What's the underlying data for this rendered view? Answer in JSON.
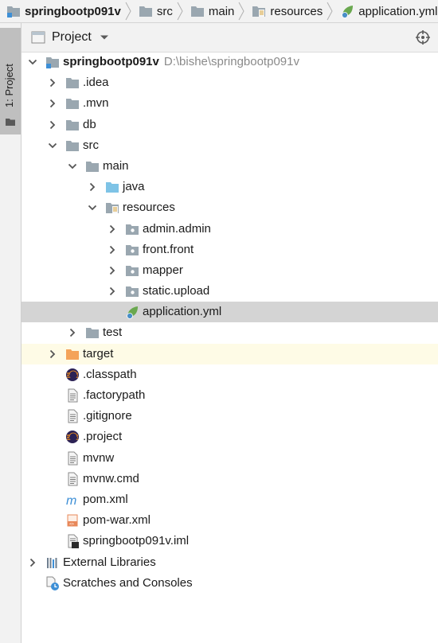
{
  "breadcrumb": [
    {
      "label": "springbootp091v",
      "icon": "module-folder-icon",
      "bold": true
    },
    {
      "label": "src",
      "icon": "folder-icon"
    },
    {
      "label": "main",
      "icon": "folder-icon"
    },
    {
      "label": "resources",
      "icon": "resources-folder-icon"
    },
    {
      "label": "application.yml",
      "icon": "spring-leaf-icon"
    }
  ],
  "toolstrip": {
    "tab_label": "1: Project"
  },
  "panel": {
    "title": "Project",
    "locate_icon": "crosshair-icon"
  },
  "tree": [
    {
      "label": "springbootp091v",
      "path": "D:\\bishe\\springbootp091v",
      "depth": 0,
      "arrow": "down",
      "icon": "module",
      "bold": true
    },
    {
      "label": ".idea",
      "depth": 1,
      "arrow": "right",
      "icon": "folder"
    },
    {
      "label": ".mvn",
      "depth": 1,
      "arrow": "right",
      "icon": "folder"
    },
    {
      "label": "db",
      "depth": 1,
      "arrow": "right",
      "icon": "folder"
    },
    {
      "label": "src",
      "depth": 1,
      "arrow": "down",
      "icon": "folder"
    },
    {
      "label": "main",
      "depth": 2,
      "arrow": "down",
      "icon": "folder"
    },
    {
      "label": "java",
      "depth": 3,
      "arrow": "right",
      "icon": "source"
    },
    {
      "label": "resources",
      "depth": 3,
      "arrow": "down",
      "icon": "resources"
    },
    {
      "label": "admin.admin",
      "depth": 4,
      "arrow": "right",
      "icon": "package"
    },
    {
      "label": "front.front",
      "depth": 4,
      "arrow": "right",
      "icon": "package"
    },
    {
      "label": "mapper",
      "depth": 4,
      "arrow": "right",
      "icon": "package"
    },
    {
      "label": "static.upload",
      "depth": 4,
      "arrow": "right",
      "icon": "package"
    },
    {
      "label": "application.yml",
      "depth": 4,
      "arrow": "none",
      "icon": "spring",
      "selected": true
    },
    {
      "label": "test",
      "depth": 2,
      "arrow": "right",
      "icon": "folder"
    },
    {
      "label": "target",
      "depth": 1,
      "arrow": "right",
      "icon": "excluded",
      "highlight": true
    },
    {
      "label": ".classpath",
      "depth": 1,
      "arrow": "none",
      "icon": "eclipse"
    },
    {
      "label": ".factorypath",
      "depth": 1,
      "arrow": "none",
      "icon": "file"
    },
    {
      "label": ".gitignore",
      "depth": 1,
      "arrow": "none",
      "icon": "file"
    },
    {
      "label": ".project",
      "depth": 1,
      "arrow": "none",
      "icon": "eclipse"
    },
    {
      "label": "mvnw",
      "depth": 1,
      "arrow": "none",
      "icon": "file"
    },
    {
      "label": "mvnw.cmd",
      "depth": 1,
      "arrow": "none",
      "icon": "file"
    },
    {
      "label": "pom.xml",
      "depth": 1,
      "arrow": "none",
      "icon": "maven"
    },
    {
      "label": "pom-war.xml",
      "depth": 1,
      "arrow": "none",
      "icon": "xml"
    },
    {
      "label": "springbootp091v.iml",
      "depth": 1,
      "arrow": "none",
      "icon": "iml"
    },
    {
      "label": "External Libraries",
      "depth": 0,
      "arrow": "right",
      "icon": "libraries"
    },
    {
      "label": "Scratches and Consoles",
      "depth": 0,
      "arrow": "none",
      "icon": "scratches"
    }
  ],
  "colors": {
    "folder": "#9aa7b0",
    "source": "#7ec3e6",
    "excluded": "#f4a35a",
    "spring": "#6aa84f",
    "maven": "#3d8fd6",
    "xml_orange": "#e8885a",
    "selection": "#d4d4d4",
    "highlight": "#fefbe6"
  }
}
